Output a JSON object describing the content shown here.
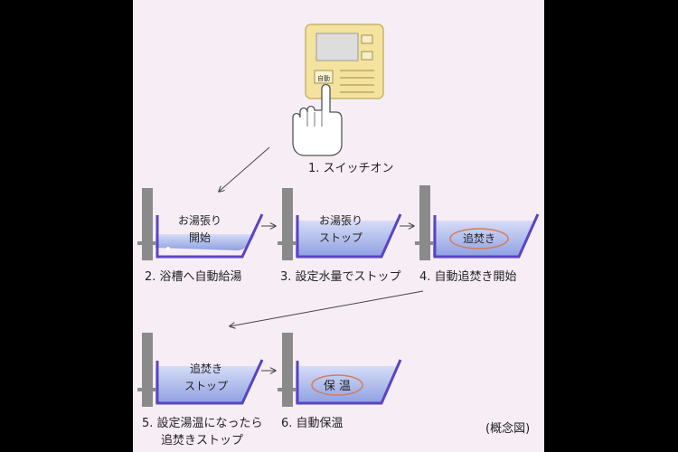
{
  "steps": [
    {
      "label": "1. スイッチオン"
    },
    {
      "label": "2. 浴槽へ自動給湯",
      "inner": [
        "お湯張り",
        "開始"
      ]
    },
    {
      "label": "3. 設定水量でストップ",
      "inner": [
        "お湯張り",
        "ストップ"
      ]
    },
    {
      "label": "4. 自動追焚き開始",
      "inner": [
        "追焚き"
      ]
    },
    {
      "label": [
        "5. 設定湯温になったら",
        "追焚きストップ"
      ],
      "inner": [
        "追焚き",
        "ストップ"
      ]
    },
    {
      "label": "6. 自動保温",
      "inner": [
        "保 温"
      ]
    }
  ],
  "panel_button": "自動",
  "note": "(概念図)"
}
